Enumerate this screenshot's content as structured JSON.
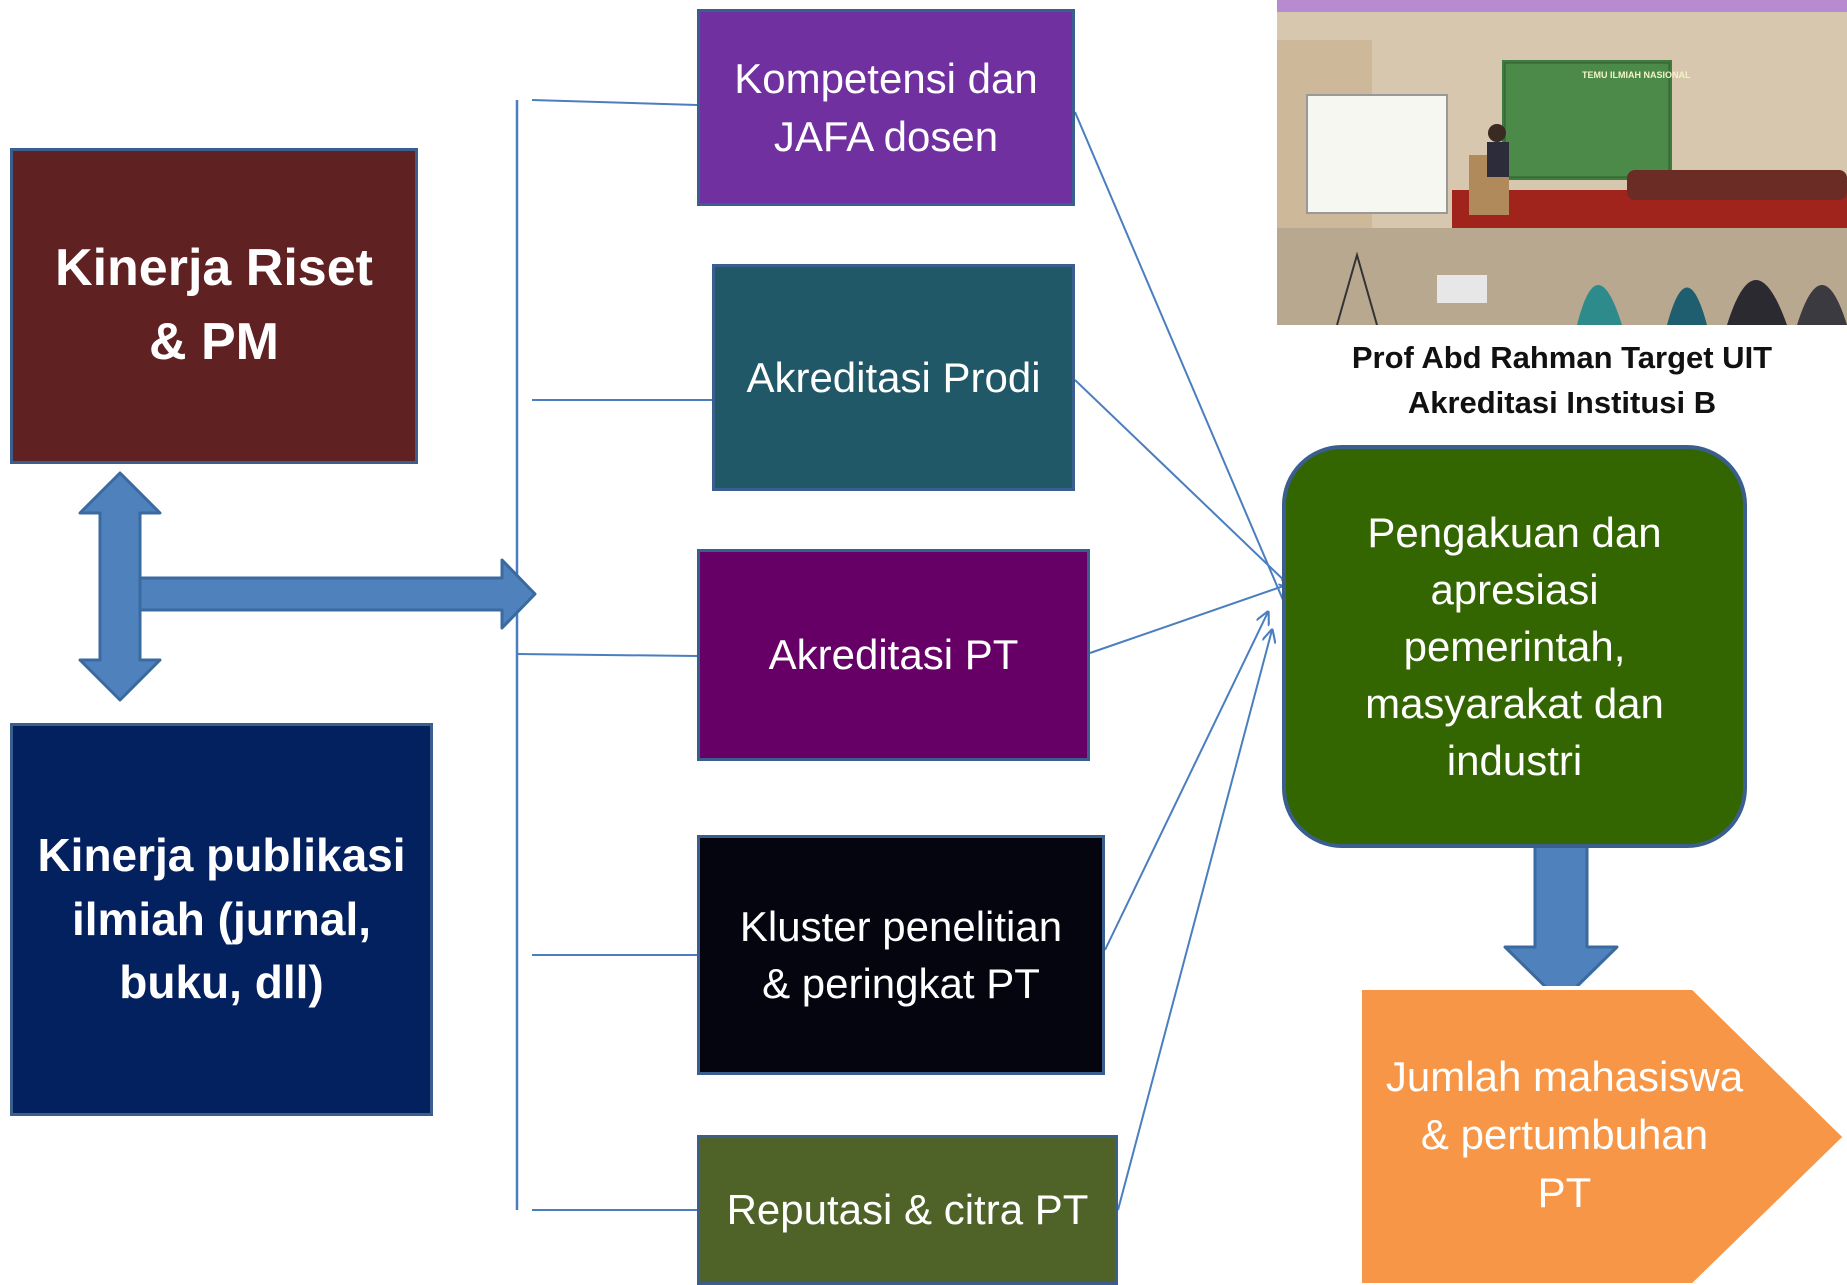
{
  "left": {
    "riset": "Kinerja Riset\n& PM",
    "publikasi": "Kinerja  publikasi\nilmiah  (jurnal,\nbuku, dll)"
  },
  "factors": [
    "Kompetensi dan\nJAFA  dosen",
    "Akreditasi  Prodi",
    "Akreditasi  PT",
    "Kluster  penelitian\n& peringkat  PT",
    "Reputasi & citra PT"
  ],
  "photo": {
    "banner_text": "TEMU ILMIAH NASIONAL",
    "caption": "Prof Abd Rahman Target UIT\nAkreditasi Institusi B"
  },
  "outcome": "Pengakuan dan\napresiasi\npemerintah,\nmasyarakat dan\nindustri",
  "result": "Jumlah  mahasiswa\n&  pertumbuhan\nPT",
  "colors": {
    "riset": "#5f2121",
    "publikasi": "#04215f",
    "kompetensi": "#7030a0",
    "prodi": "#215868",
    "pt": "#660066",
    "kluster": "#050510",
    "reputasi": "#4f6228",
    "outcome": "#336600",
    "result": "#f79646",
    "arrow": "#4f81bd",
    "line": "#4a7ebf"
  }
}
